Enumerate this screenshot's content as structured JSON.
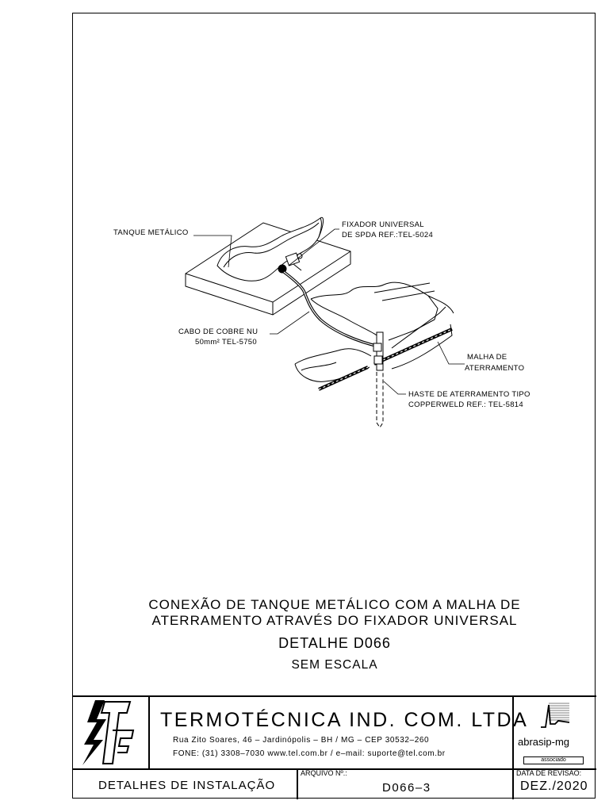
{
  "drawing": {
    "labels": {
      "tanque": "TANQUE METÁLICO",
      "fixador_1": "FIXADOR UNIVERSAL",
      "fixador_2": "DE SPDA REF.:TEL-5024",
      "cabo_1": "CABO DE COBRE NU",
      "cabo_2": "50mm² TEL-5750",
      "malha_1": "MALHA DE",
      "malha_2": "ATERRAMENTO",
      "haste_1": "HASTE DE ATERRAMENTO TIPO",
      "haste_2": "COPPERWELD REF.: TEL-5814"
    }
  },
  "title": {
    "line1": "CONEXÃO DE TANQUE METÁLICO COM A MALHA DE",
    "line2": "ATERRAMENTO ATRAVÉS DO FIXADOR UNIVERSAL",
    "detail": "DETALHE D066",
    "scale": "SEM ESCALA"
  },
  "title_block": {
    "company": "TERMOTÉCNICA IND. COM. LTDA",
    "address": "Rua Zito Soares, 46 – Jardinópolis – BH / MG – CEP 30532–260",
    "contact": "FONE: (31) 3308–7030 www.tel.com.br / e–mail: suporte@tel.com.br",
    "partner_name": "abrasip-mg",
    "partner_tag": "associado",
    "section": "DETALHES DE INSTALAÇÃO",
    "file_header": "ARQUIVO Nº.:",
    "file_value": "D066–3",
    "revision_header": "DATA DE REVISÃO:",
    "revision_value": "DEZ./2020"
  }
}
